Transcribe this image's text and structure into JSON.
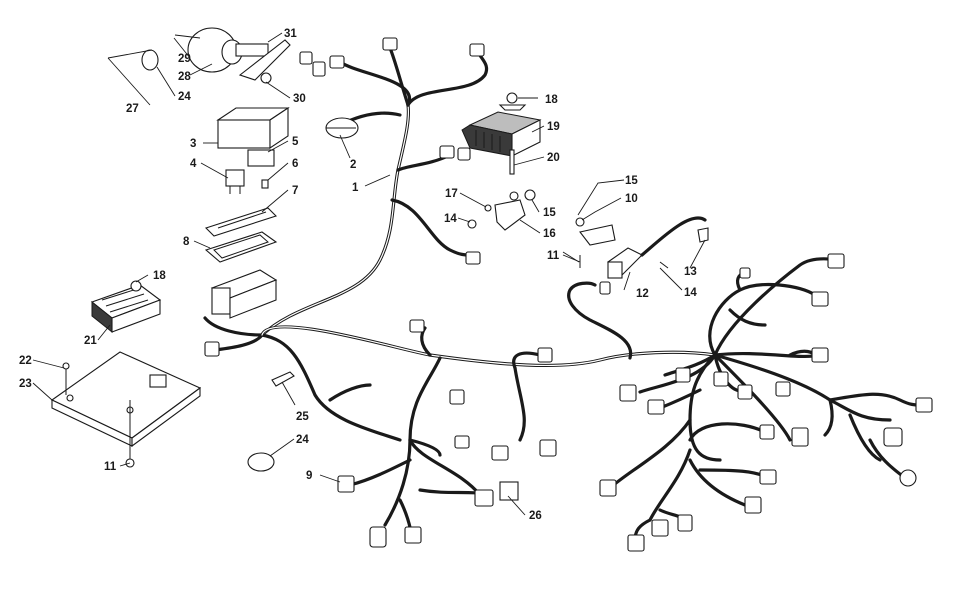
{
  "diagram": {
    "callouts": [
      "1",
      "2",
      "3",
      "4",
      "5",
      "6",
      "7",
      "8",
      "9",
      "10",
      "11",
      "11",
      "12",
      "13",
      "14",
      "14",
      "15",
      "15",
      "16",
      "17",
      "18",
      "18",
      "19",
      "20",
      "21",
      "22",
      "23",
      "24",
      "24",
      "25",
      "26",
      "27",
      "28",
      "29",
      "30",
      "31"
    ]
  }
}
